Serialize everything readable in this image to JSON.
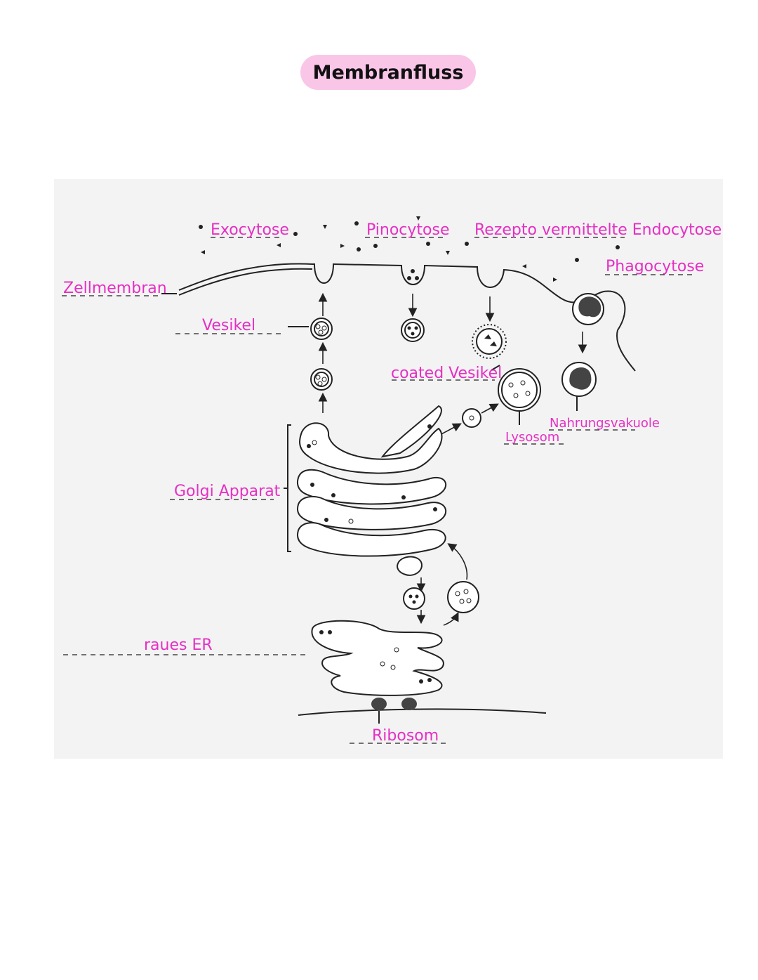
{
  "title": "Membranfluss",
  "labels": {
    "exocytose": "Exocytose",
    "pinocytose": "Pinocytose",
    "rezepto": "Rezepto vermittelte Endocytose",
    "phagocytose": "Phagocytose",
    "zellmembran": "Zellmembran",
    "vesikel": "Vesikel",
    "coated_vesikel": "coated Vesikel",
    "lysosom": "Lysosom",
    "nahrungsvakuole": "Nahrungsvakuole",
    "golgi": "Golgi Apparat",
    "raues_er": "raues ER",
    "ribosom": "Ribosom"
  },
  "colors": {
    "label": "#e62fc4",
    "title_pill": "#f9c6e8",
    "panel": "#f3f3f3"
  }
}
